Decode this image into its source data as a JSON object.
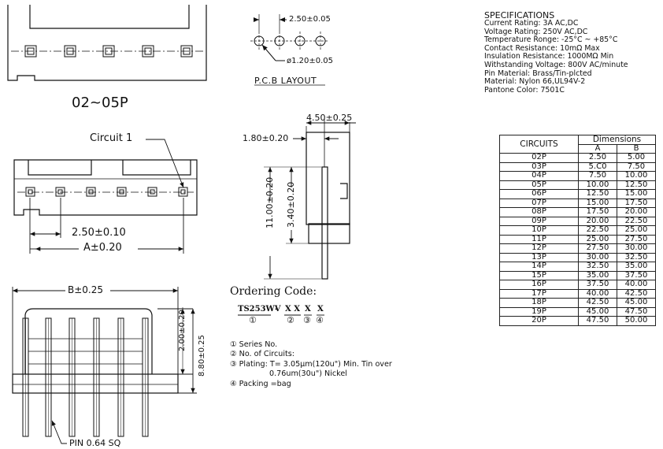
{
  "top_view": {
    "label": "02~05P"
  },
  "pcb": {
    "pitch": "2.50±0.05",
    "hole": "ø1.20±0.05",
    "title": "P.C.B LAYOUT"
  },
  "specifications": {
    "heading": "SPECIFICATIONS",
    "lines": [
      "Current Rating: 3A AC,DC",
      "Voltage Rating: 250V AC,DC",
      "Temperature Ronge: -25°C ~ +85°C",
      "Contact Resistance: 10mΩ Max",
      "Insulation Resistance: 1000MΩ Min",
      "Withstanding Voltage: 800V AC/minute",
      "Pin Material: Brass/Tin-plcted",
      "Material: Nylon 66,UL94V-2",
      "Pantone Color: 7501C"
    ]
  },
  "front_view": {
    "circuit_label": "Circuit 1",
    "pitch": "2.50±0.10",
    "dim_a": "A±0.20"
  },
  "side_view": {
    "width": "4.50±0.25",
    "offset": "1.80±0.20",
    "height_total": "11.00±0.20",
    "height_upper": "3.40±0.20"
  },
  "bottom_view": {
    "dim_b": "B±0.25",
    "dim_200": "2.00±0.20",
    "dim_880": "8.80±0.25",
    "pin": "PIN 0.64 SQ"
  },
  "ordering": {
    "title": "Ordering Code:",
    "code": "TS253WV",
    "sep": "-",
    "x1": "X X",
    "x2": "X",
    "x3": "X",
    "n1": "①",
    "n2": "②",
    "n3": "③",
    "n4": "④",
    "notes": [
      "① Series No.",
      "② No. of Circuits:",
      "③ Plating: T= 3.05μm(120u\") Min. Tin over",
      "0.76um(30u\") Nickel",
      "④ Packing =bag"
    ]
  },
  "dimensions_table": {
    "header_circuits": "CIRCUITS",
    "header_dimensions": "Dimensions",
    "header_a": "A",
    "header_b": "B",
    "rows": [
      [
        "02P",
        "2.50",
        "5.00"
      ],
      [
        "03P",
        "5.C0",
        "7.50"
      ],
      [
        "04P",
        "7.50",
        "10.00"
      ],
      [
        "05P",
        "10.00",
        "12.50"
      ],
      [
        "06P",
        "12.50",
        "15.00"
      ],
      [
        "07P",
        "15.00",
        "17.50"
      ],
      [
        "08P",
        "17.50",
        "20.00"
      ],
      [
        "09P",
        "20.00",
        "22.50"
      ],
      [
        "10P",
        "22.50",
        "25.00"
      ],
      [
        "11P",
        "25.00",
        "27.50"
      ],
      [
        "12P",
        "27.50",
        "30.00"
      ],
      [
        "13P",
        "30.00",
        "32.50"
      ],
      [
        "14P",
        "32.50",
        "35.00"
      ],
      [
        "15P",
        "35.00",
        "37.50"
      ],
      [
        "16P",
        "37.50",
        "40.00"
      ],
      [
        "17P",
        "40.00",
        "42.50"
      ],
      [
        "18P",
        "42.50",
        "45.00"
      ],
      [
        "19P",
        "45.00",
        "47.50"
      ],
      [
        "20P",
        "47.50",
        "50.00"
      ]
    ]
  }
}
